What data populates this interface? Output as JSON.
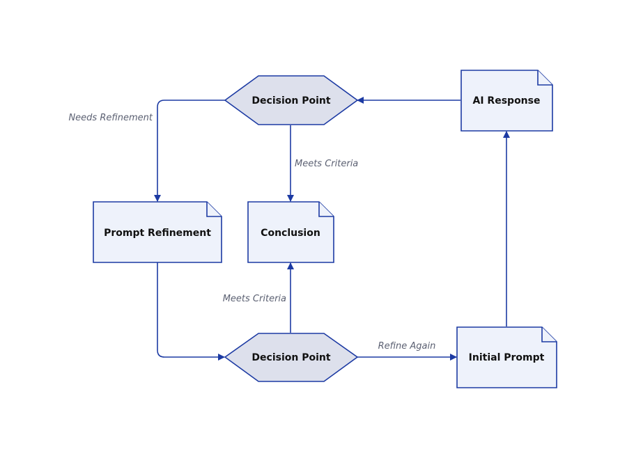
{
  "colors": {
    "stroke": "#1c3aa3",
    "document_fill": "#eef2fb",
    "decision_fill": "#dde0ec",
    "node_text": "#111111",
    "edge_label_text": "#5b6072"
  },
  "nodes": {
    "decision_top": {
      "label": "Decision Point",
      "shape": "hexagon"
    },
    "ai_response": {
      "label": "AI Response",
      "shape": "document"
    },
    "prompt_refinement": {
      "label": "Prompt Refinement",
      "shape": "document"
    },
    "conclusion": {
      "label": "Conclusion",
      "shape": "document"
    },
    "decision_bottom": {
      "label": "Decision Point",
      "shape": "hexagon"
    },
    "initial_prompt": {
      "label": "Initial Prompt",
      "shape": "document"
    }
  },
  "edges": [
    {
      "from": "ai_response",
      "to": "decision_top",
      "label": ""
    },
    {
      "from": "decision_top",
      "to": "prompt_refinement",
      "label": "Needs Refinement"
    },
    {
      "from": "decision_top",
      "to": "conclusion",
      "label": "Meets Criteria"
    },
    {
      "from": "prompt_refinement",
      "to": "decision_bottom",
      "label": ""
    },
    {
      "from": "decision_bottom",
      "to": "conclusion",
      "label": "Meets Criteria"
    },
    {
      "from": "decision_bottom",
      "to": "initial_prompt",
      "label": "Refine Again"
    },
    {
      "from": "initial_prompt",
      "to": "ai_response",
      "label": ""
    }
  ]
}
